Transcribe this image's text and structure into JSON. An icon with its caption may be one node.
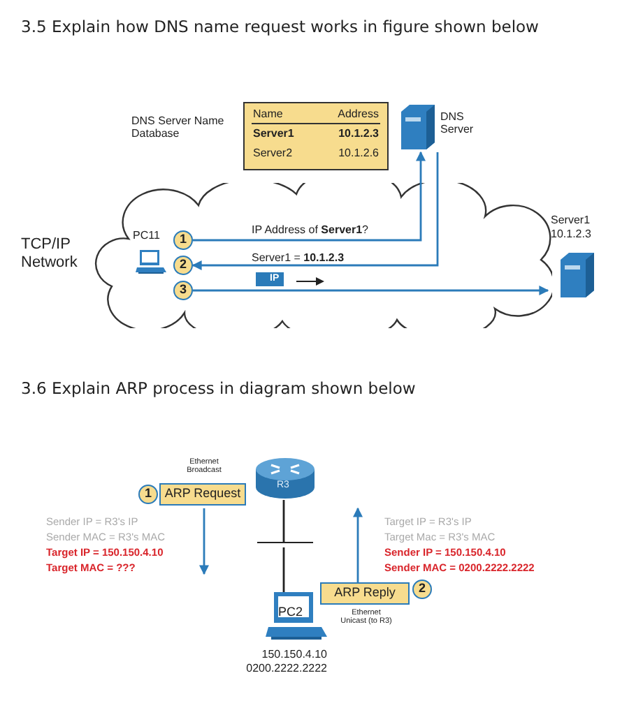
{
  "diagram": {
    "nodes": [
      {
        "text": [
          "TCP/IP Network"
        ]
      },
      {
        "text": [
          "DNS Server Name Database",
          "Name",
          "Address",
          "Server1",
          "10.1.2.3",
          "Server2",
          "10.1.2.6"
        ]
      },
      {
        "text": [
          "DNS Server"
        ]
      },
      {
        "text": [
          "PC11"
        ],
        "in": 0
      },
      {
        "text": [
          "Server1",
          "10.1.2.3"
        ]
      },
      {
        "text": [
          "1"
        ],
        "in": 0
      },
      {
        "text": [
          "2"
        ],
        "in": 0
      },
      {
        "text": [
          "3"
        ],
        "in": 0
      },
      {
        "text": [
          "R3"
        ]
      },
      {
        "text": [],
        "shape": "bar"
      },
      {
        "text": [
          "PC2"
        ],
        "beside": [
          "150.150.4.10",
          "0200.2222.2222"
        ]
      },
      {
        "text": [
          "ARP Request"
        ],
        "beside": [
          "Ethernet Broadcast"
        ]
      },
      {
        "text": [
          "1"
        ]
      },
      {
        "text": [
          "ARP Reply"
        ],
        "beside": [
          "Ethernet Unicast (to R3)"
        ]
      },
      {
        "text": [
          "2"
        ]
      }
    ],
    "edges": [
      {
        "from": 5,
        "to": 2,
        "arrow": "to",
        "label": "IP Address of **Server1**?"
      },
      {
        "from": 2,
        "to": 6,
        "arrow": "to",
        "label": "Server1 = **10.1.2.3**"
      },
      {
        "from": 7,
        "to": 4,
        "arrow": "to"
      },
      {
        "from": 8,
        "to": 9,
        "arrow": "none",
        "color": "#222222"
      },
      {
        "from": 9,
        "to": 10,
        "arrow": "none",
        "color": "#222222"
      },
      {
        "from": 11,
        "to": null,
        "arrow": "to"
      },
      {
        "from": 13,
        "to": null,
        "arrow": "to"
      }
    ],
    "labels": [
      "3.5 Explain how DNS name request works in figure shown below",
      "IP",
      "3.6 Explain ARP process in diagram shown below",
      "Sender IP = R3's IP",
      "Sender MAC = R3's MAC",
      "Target IP = 150.150.4.10",
      "Target MAC = ???",
      "Target IP = R3's IP",
      "Target Mac = R3's MAC",
      "Sender IP = 150.150.4.10",
      "Sender MAC = 0200.2222.2222"
    ]
  }
}
